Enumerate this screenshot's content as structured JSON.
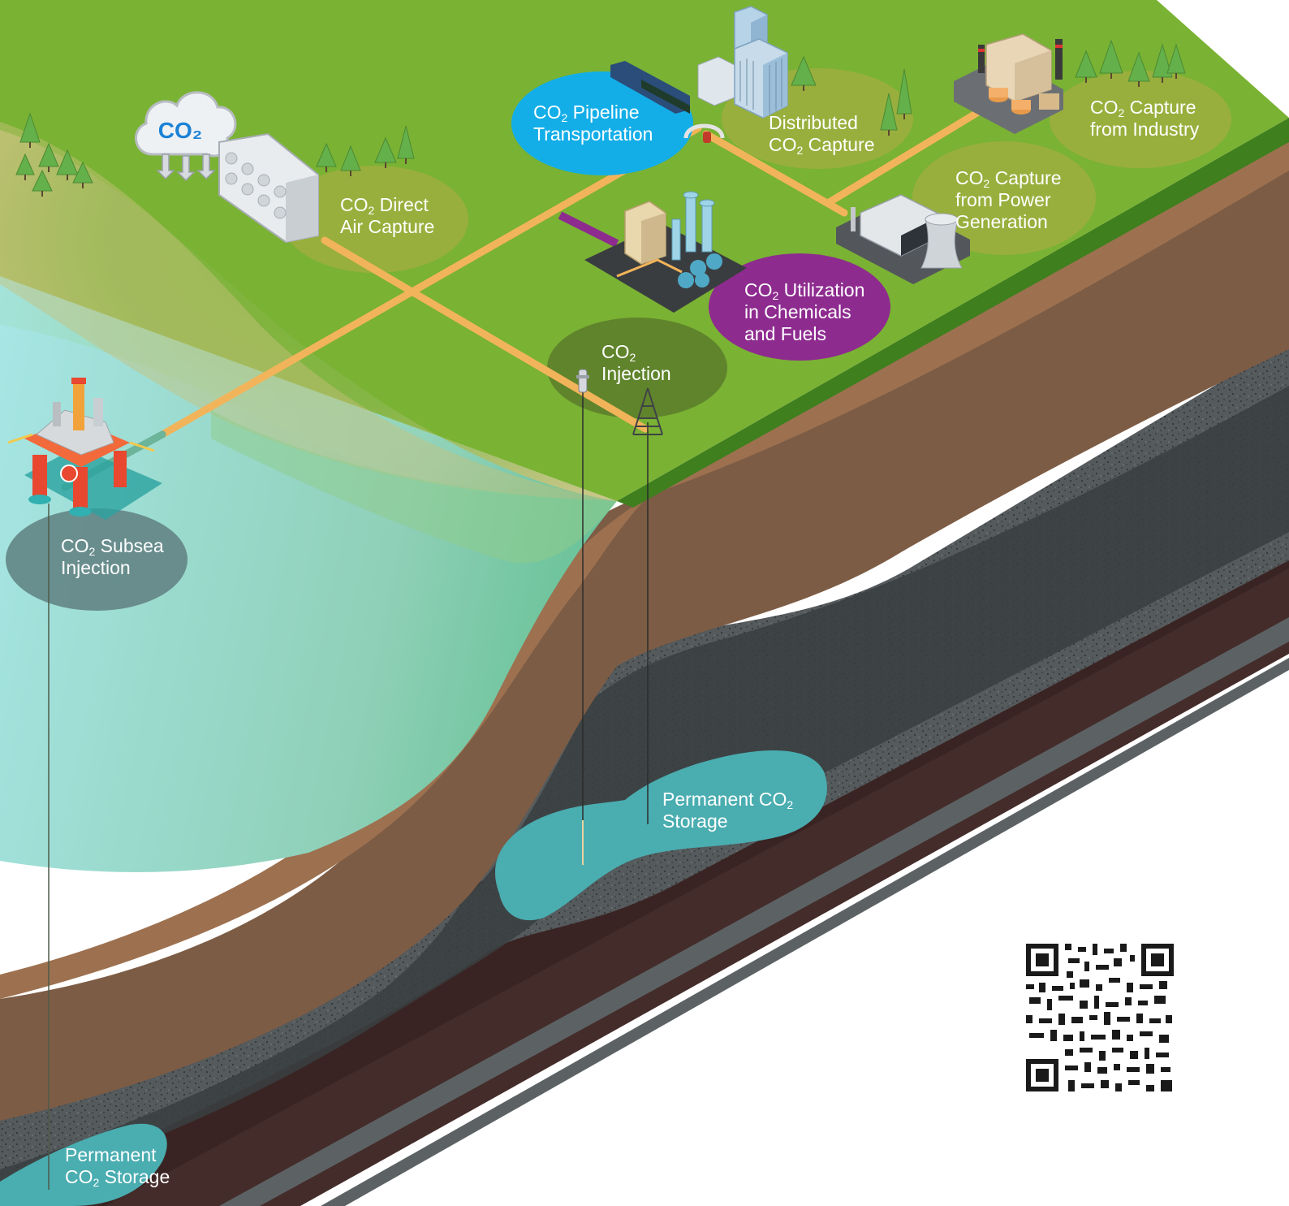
{
  "labels": {
    "pipeline": {
      "pre": "CO",
      "sub": "2",
      "post": " Pipeline",
      "line2": "Transportation"
    },
    "direct_air": {
      "pre": "CO",
      "sub": "2",
      "post": " Direct",
      "line2": "Air Capture"
    },
    "distributed": {
      "line1": "Distributed",
      "pre": "CO",
      "sub": "2",
      "post": " Capture"
    },
    "industry": {
      "pre": "CO",
      "sub": "2",
      "post": " Capture",
      "line2": "from Industry"
    },
    "power": {
      "pre": "CO",
      "sub": "2",
      "post": " Capture",
      "line2": "from Power",
      "line3": "Generation"
    },
    "utilization": {
      "pre": "CO",
      "sub": "2",
      "post": " Utilization",
      "line2": "in Chemicals",
      "line3": "and Fuels"
    },
    "injection": {
      "pre": "CO",
      "sub": "2",
      "line2": "Injection"
    },
    "subsea": {
      "pre": "CO",
      "sub": "2",
      "post": " Subsea",
      "line2": "Injection"
    },
    "storage_onshore": {
      "pre": "Permanent CO",
      "sub": "2",
      "line2": "Storage"
    },
    "storage_offshore": {
      "line1": "Permanent",
      "pre": "CO",
      "sub": "2",
      "post": " Storage"
    }
  },
  "cloud_text": "CO₂",
  "icons": [
    "co2-cloud-icon",
    "direct-air-capture-unit-icon",
    "train-icon",
    "city-buildings-icon",
    "industry-plant-icon",
    "power-plant-icon",
    "chemical-plant-icon",
    "injection-well-icon",
    "drilling-rig-icon",
    "offshore-platform-icon",
    "qr-code"
  ],
  "colors": {
    "land": "#7ab233",
    "sea_light": "#a4e4e4",
    "pipeline": "#f2b45a",
    "pipeline_bubble": "#13aee8",
    "utilization_bubble": "#8e2b8f",
    "storage": "#4aadb0",
    "capture_bubble": "#a4ad41"
  }
}
